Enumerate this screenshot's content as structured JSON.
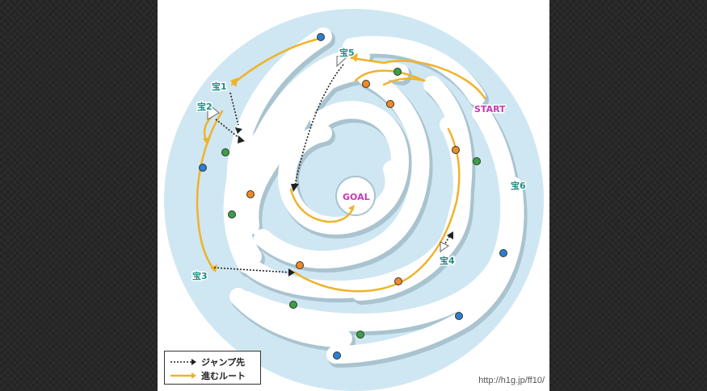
{
  "labels": {
    "start": "START",
    "goal": "GOAL",
    "treasure1": "宝1",
    "treasure2": "宝2",
    "treasure3": "宝3",
    "treasure4": "宝4",
    "treasure5": "宝5",
    "treasure6": "宝6"
  },
  "legend": {
    "jump": "ジャンプ先",
    "route": "進むルート"
  },
  "credit": "http://h1g.jp/ff10/",
  "colors": {
    "water": "#cfe7f2",
    "path": "#ffffff",
    "path_edge": "#8a9aa3",
    "route": "#efb32a",
    "jump": "#222222",
    "treasure_text": "#1d8f86",
    "start_text": "#c43ab2",
    "goal_text": "#c43ab2",
    "orange_dot": "#f08a25",
    "green_dot": "#3aa043",
    "blue_dot": "#2a7fd1"
  }
}
